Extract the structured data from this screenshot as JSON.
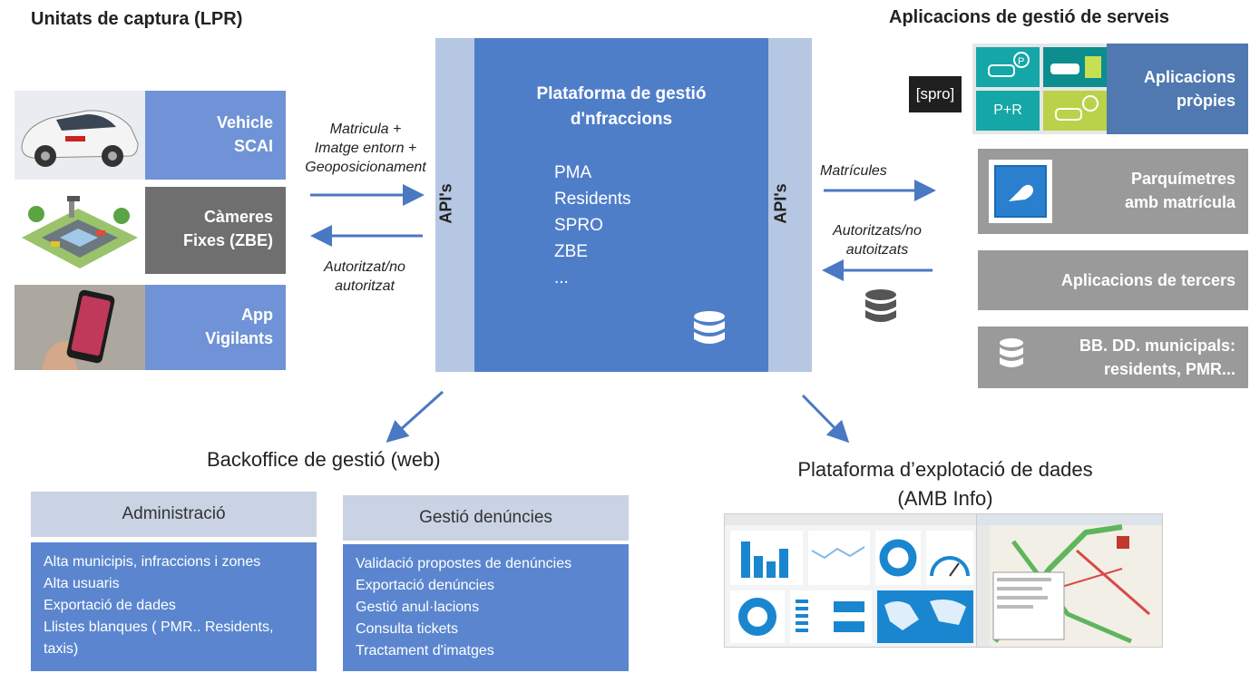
{
  "left": {
    "title": "Unitats de captura (LPR)",
    "units": [
      {
        "line1": "Vehicle",
        "line2": "SCAI"
      },
      {
        "line1": "Càmeres",
        "line2": "Fixes (ZBE)"
      },
      {
        "line1": "App",
        "line2": "Vigilants"
      }
    ]
  },
  "left_flows": {
    "out_lines": [
      "Matricula +",
      "Imatge entorn +",
      "Geoposicionament"
    ],
    "in_lines": [
      "Autoritzat/no",
      "autoritzat"
    ]
  },
  "api_label": "API's",
  "platform": {
    "title_line1": "Plataforma de gestió",
    "title_line2": "d'nfraccions",
    "items": [
      "PMA",
      "Residents",
      "SPRO",
      "ZBE",
      "..."
    ]
  },
  "right_flows": {
    "out_text": "Matrícules",
    "in_lines": [
      "Autoritzats/no",
      "autoitzats"
    ]
  },
  "right": {
    "title": "Aplicacions de gestió de serveis",
    "spro_logo": "[spro]",
    "tile_pr": "P+R",
    "own_apps": {
      "line1": "Aplicacions",
      "line2": "pròpies"
    },
    "parking": {
      "line1": "Parquímetres",
      "line2": "amb matrícula"
    },
    "third": "Aplicacions de tercers",
    "db": {
      "line1": "BB. DD. municipals:",
      "line2": "residents, PMR..."
    }
  },
  "backoffice": {
    "title": "Backoffice de gestió (web)",
    "admin": {
      "header": "Administració",
      "items": [
        "Alta municipis, infraccions i zones",
        "Alta usuaris",
        "Exportació de dades",
        "Llistes blanques ( PMR.. Residents,",
        "taxis)"
      ]
    },
    "complaints": {
      "header": "Gestió denúncies",
      "items": [
        "Validació propostes de denúncies",
        "Exportació denúncies",
        "Gestió anul·lacions",
        "Consulta tickets",
        "Tractament d'imatges"
      ]
    }
  },
  "exploitation": {
    "title_line1": "Plataforma d’explotació de dades",
    "title_line2": "(AMB Info)"
  },
  "colors": {
    "box_blue": "#6f93d6",
    "platform_blue": "#4f7ec9",
    "apis": "#b6c7e3",
    "gray": "#9a9a9a",
    "arrow": "#4a78c2"
  }
}
